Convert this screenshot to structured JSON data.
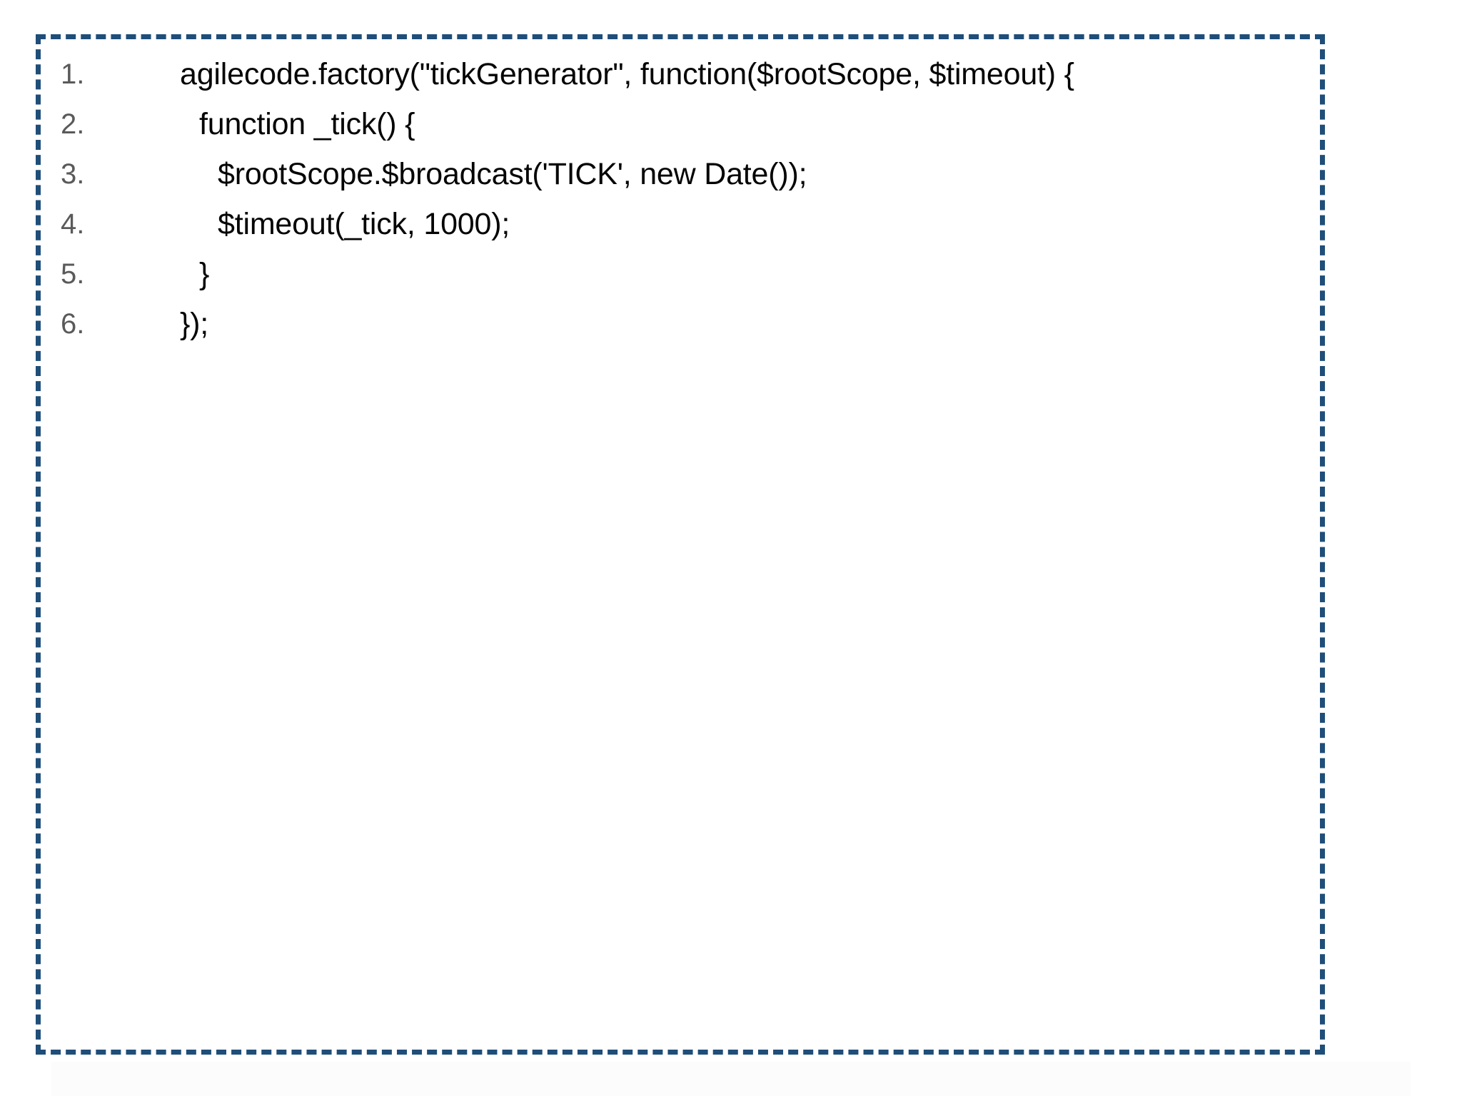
{
  "frame": {
    "border_color": "#1F4E79",
    "border_style": "dashed",
    "background": "#ffffff"
  },
  "colors": {
    "line_number": "#5A5A5A",
    "code_text": "#050505",
    "accent": "#1F4E79"
  },
  "code": {
    "language": "javascript",
    "lines": [
      {
        "number": "1.",
        "text": "agilecode.factory(\"tickGenerator\", function($rootScope, $timeout) {",
        "indent": 0
      },
      {
        "number": "2.",
        "text": "function _tick() {",
        "indent": 1
      },
      {
        "number": "3.",
        "text": "$rootScope.$broadcast('TICK', new Date());",
        "indent": 2
      },
      {
        "number": "4.",
        "text": "$timeout(_tick, 1000);",
        "indent": 2
      },
      {
        "number": "5.",
        "text": "}",
        "indent": 1
      },
      {
        "number": "6.",
        "text": "});",
        "indent": 0
      }
    ]
  }
}
